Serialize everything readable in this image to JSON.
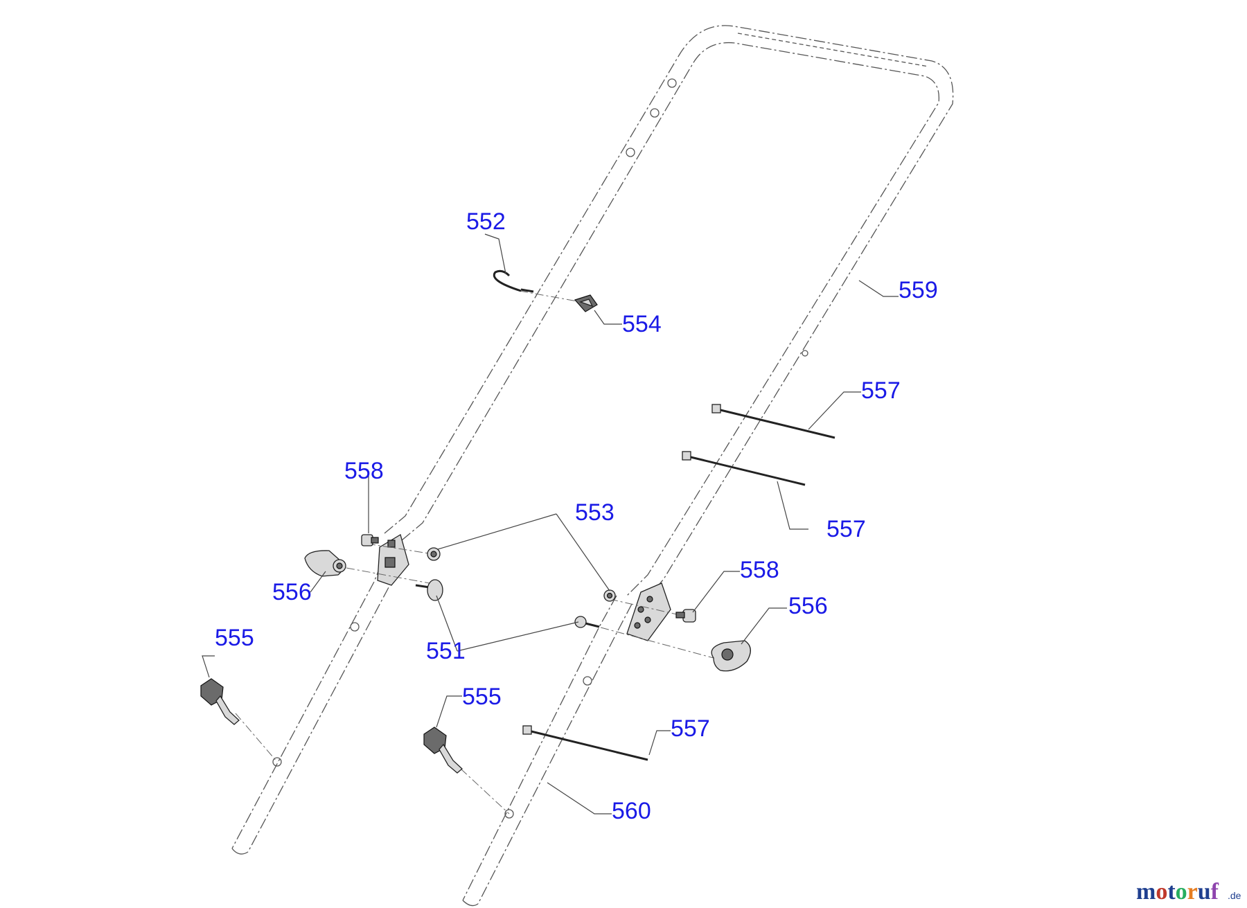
{
  "diagram": {
    "callouts": {
      "c551": "551",
      "c552": "552",
      "c553": "553",
      "c554": "554",
      "c555a": "555",
      "c555b": "555",
      "c556a": "556",
      "c556b": "556",
      "c557a": "557",
      "c557b": "557",
      "c557c": "557",
      "c558a": "558",
      "c558b": "558",
      "c559": "559",
      "c560": "560"
    },
    "callout_color": "#1a1ae6"
  },
  "watermark": {
    "letters": [
      "m",
      "o",
      "t",
      "o",
      "r",
      "u",
      "f"
    ],
    "letter_colors": [
      "#1f3f8f",
      "#c0392b",
      "#1f3f8f",
      "#27ae60",
      "#e67e22",
      "#1f3f8f",
      "#8e44ad"
    ],
    "suffix": ".de"
  }
}
